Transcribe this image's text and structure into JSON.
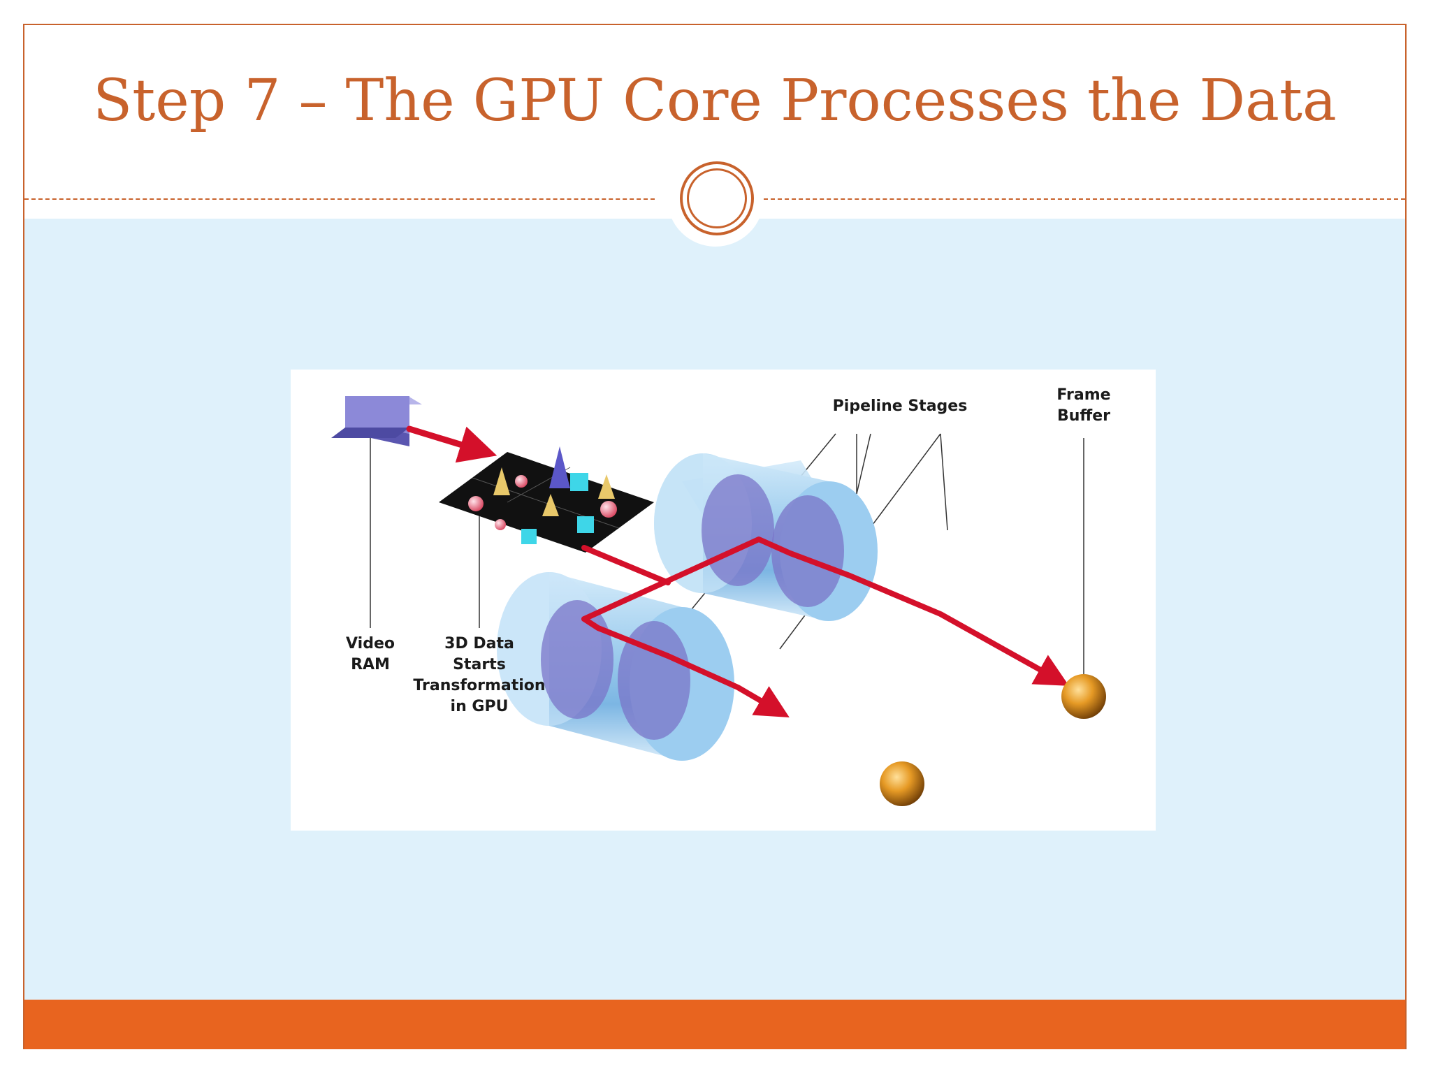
{
  "slide": {
    "title": "Step 7 – The GPU Core Processes the Data"
  },
  "diagram": {
    "labels": {
      "pipeline_stages": "Pipeline Stages",
      "frame_buffer": "Frame\nBuffer",
      "video_ram": "Video\nRAM",
      "data_transformation": "3D Data\nStarts\nTransformation\nin GPU"
    }
  },
  "colors": {
    "accent": "#c8622c",
    "footer": "#e8641f",
    "content_background": "#dff1fb",
    "data_flow": "#d4102a",
    "pipeline": "#8fc4ea"
  }
}
